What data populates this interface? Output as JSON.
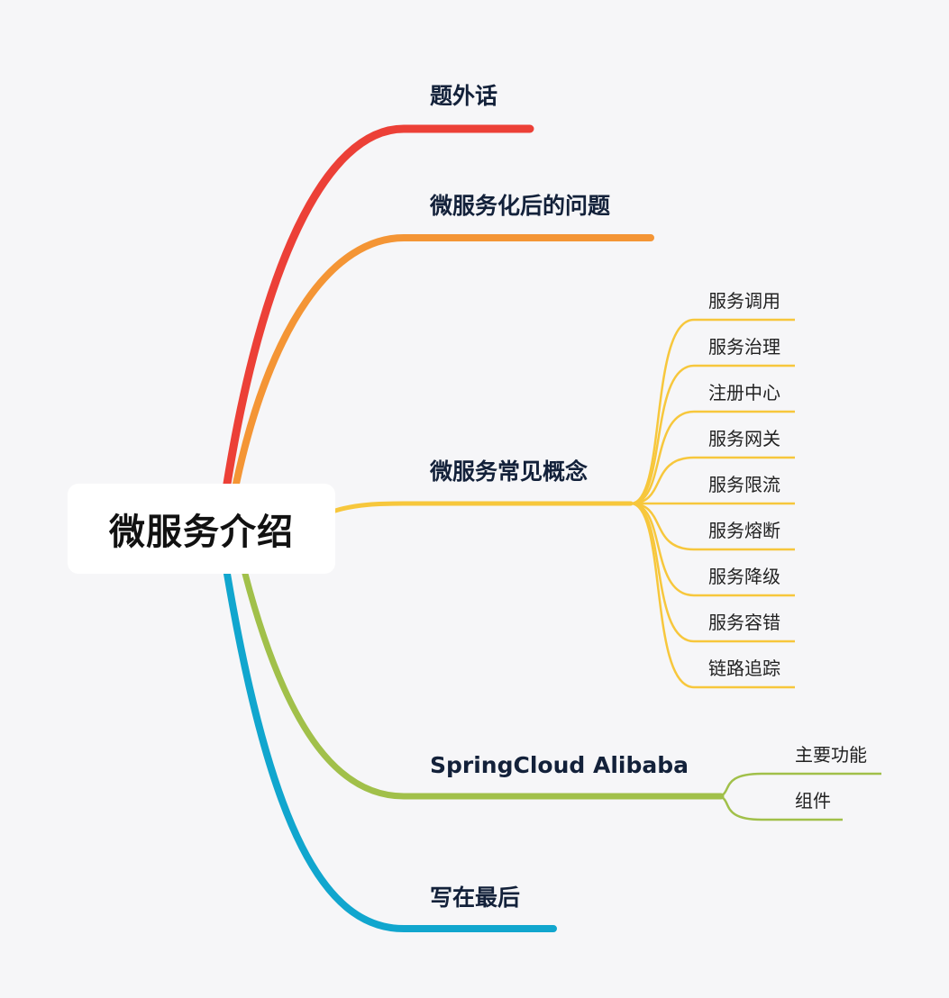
{
  "root": {
    "label": "微服务介绍"
  },
  "branches": [
    {
      "label": "题外话",
      "color": "#ec4037",
      "children": []
    },
    {
      "label": "微服务化后的问题",
      "color": "#f49535",
      "children": []
    },
    {
      "label": "微服务常见概念",
      "color": "#f7c73c",
      "children": [
        "服务调用",
        "服务治理",
        "注册中心",
        "服务网关",
        "服务限流",
        "服务熔断",
        "服务降级",
        "服务容错",
        "链路追踪"
      ]
    },
    {
      "label": "SpringCloud Alibaba",
      "color": "#a1c04a",
      "children": [
        "主要功能",
        "组件"
      ]
    },
    {
      "label": "写在最后",
      "color": "#11a6ce",
      "children": []
    }
  ],
  "colors": {
    "background": "#f6f6f8",
    "root_box": "#ffffff",
    "branch_text": "#13213a"
  }
}
